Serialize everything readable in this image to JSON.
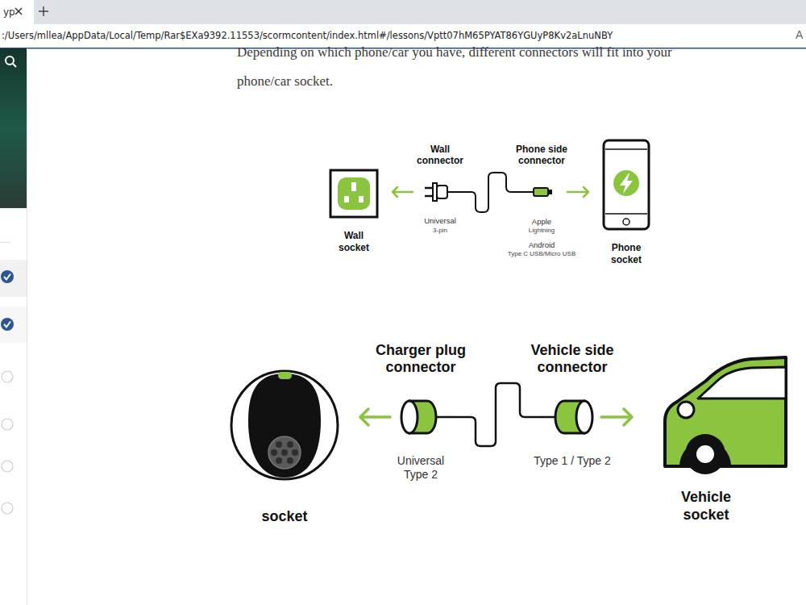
{
  "diagram": {
    "nodes": [
      {
        "text": [
          "Wall socket"
        ]
      },
      {
        "text": [
          "Wall connector",
          "Universal",
          "3-pin"
        ]
      },
      {
        "text": [
          "Phone side connector",
          "Apple",
          "Lightning",
          "Android",
          "Type C USB/Micro USB"
        ]
      },
      {
        "text": [
          "Phone socket"
        ]
      },
      {
        "text": [
          "socket"
        ]
      },
      {
        "text": [
          "Charger plug connector",
          "Universal Type 2"
        ]
      },
      {
        "text": [
          "Vehicle side connector",
          "Type 1 / Type 2"
        ]
      },
      {
        "text": [
          "Vehicle socket"
        ]
      }
    ],
    "edges": [
      {
        "from": 1,
        "to": 0,
        "arrow": "to"
      },
      {
        "from": 1,
        "to": 2,
        "arrow": "none"
      },
      {
        "from": 2,
        "to": 3,
        "arrow": "to"
      },
      {
        "from": 5,
        "to": 4,
        "arrow": "to"
      },
      {
        "from": 5,
        "to": 6,
        "arrow": "none"
      },
      {
        "from": 6,
        "to": 7,
        "arrow": "to"
      }
    ],
    "labels": [
      "yp",
      ":/Users/mllea/AppData/Local/Temp/Rar$EXa9392.11553/scormcontent/index.html#/lessons/Vptt07hM65PYAT86YGUyP8Kv2aLnuNBY",
      "A",
      "Depending on which phone/car you have, different connectors will fit into your phone/car socket."
    ]
  }
}
